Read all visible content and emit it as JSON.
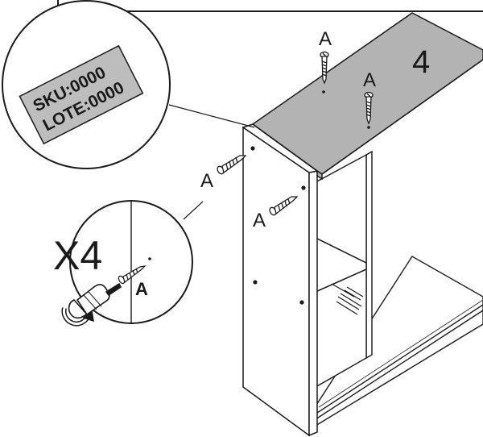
{
  "step_number": "4",
  "screw_label": "A",
  "quantity_label": "X4",
  "detail_label": "A",
  "sticker": {
    "sku": "SKU:0000",
    "lote": "LOTE:0000"
  },
  "colors": {
    "line": "#1a1a1a",
    "panel_fill": "#ffffff",
    "top_panel_fill": "#b3b3b3",
    "sticker_fill": "#bdbdbd"
  }
}
